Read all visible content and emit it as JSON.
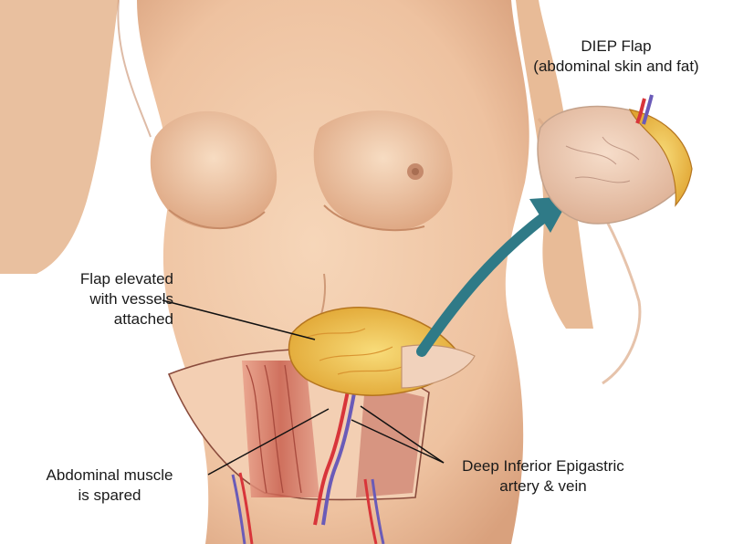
{
  "labels": {
    "flap_title": {
      "line1": "DIEP Flap",
      "line2": "(abdominal skin and fat)"
    },
    "flap_elevated": {
      "line1": "Flap elevated",
      "line2": "with vessels",
      "line3": "attached"
    },
    "muscle_spared": {
      "line1": "Abdominal muscle",
      "line2": "is spared"
    },
    "vessels": {
      "line1": "Deep Inferior Epigastric",
      "line2": "artery & vein"
    }
  },
  "colors": {
    "skin": "#f0c9a8",
    "skin_shadow": "#d9a584",
    "fat": "#f2c04a",
    "muscle": "#c96b5a",
    "artery": "#d8353a",
    "vein": "#6a5bb8",
    "arrow": "#2f7a87"
  }
}
